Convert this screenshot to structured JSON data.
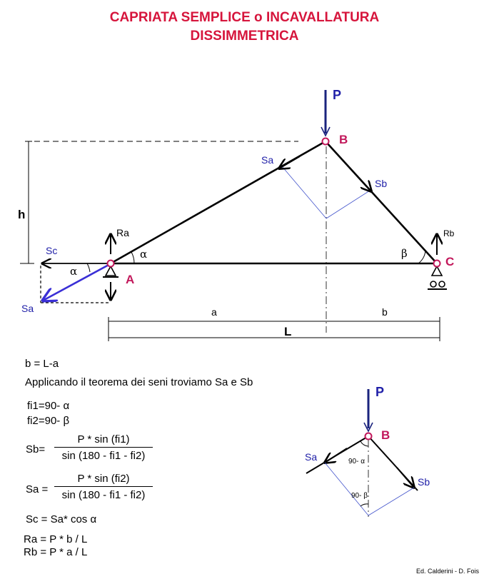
{
  "title": {
    "line1": "CAPRIATA SEMPLICE o INCAVALLATURA",
    "line2": "DISSIMMETRICA"
  },
  "labels": {
    "P": "P",
    "B": "B",
    "A": "A",
    "C": "C",
    "Sa": "Sa",
    "Sb": "Sb",
    "Sc": "Sc",
    "Ra": "Ra",
    "Rb": "Rb",
    "h": "h",
    "a": "a",
    "b": "b",
    "L": "L",
    "alpha": "α",
    "beta": "β",
    "angle_b_top": "90- α",
    "angle_b_bottom": "90- β"
  },
  "formulas": {
    "b_eq": "b = L-a",
    "theorem": "Applicando il teorema dei seni troviamo Sa e Sb",
    "fi1": "fi1=90- α",
    "fi2": "fi2=90- β",
    "sb_label": "Sb=",
    "sb_num": "P * sin (fi1)",
    "sb_den": "sin (180 - fi1 - fi2)",
    "sa_label": "Sa =",
    "sa_num": "P * sin (fi2)",
    "sa_den": "sin (180 - fi1 - fi2)",
    "sc": "Sc = Sa* cos α",
    "ra": "Ra = P * b / L",
    "rb": "Rb = P * a / L"
  },
  "credit": "Ed. Calderini - D. Fois",
  "colors": {
    "title": "#d6153c",
    "node_label": "#c2185b",
    "force_label": "#1f1fa8",
    "load_arrow": "#1a237e",
    "resultant": "#3a2fd6",
    "construction": "#4455cc"
  }
}
